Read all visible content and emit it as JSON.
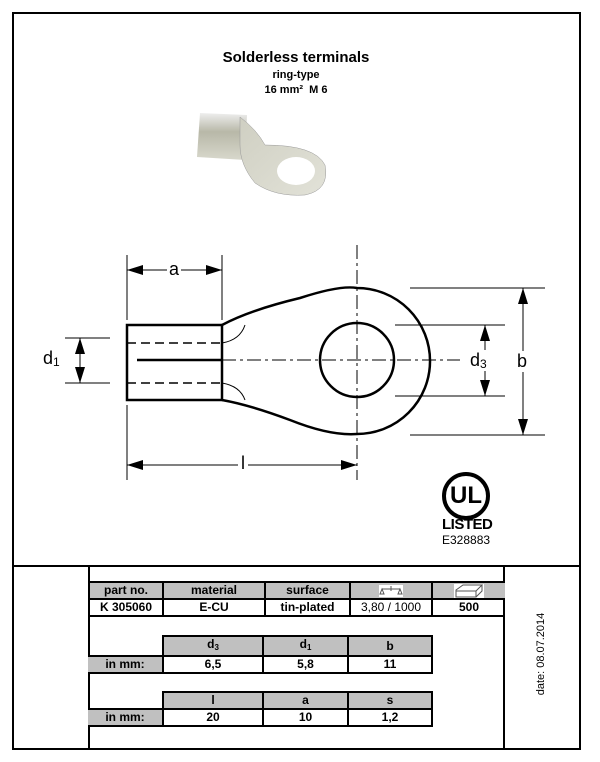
{
  "header": {
    "title": "Solderless terminals",
    "subtitle": "ring-type",
    "size": "16 mm²  M 6"
  },
  "drawing": {
    "labels": {
      "a": "a",
      "l": "l",
      "d1": "d",
      "d1_sub": "1",
      "d3": "d",
      "d3_sub": "3",
      "b": "b"
    }
  },
  "certification": {
    "logo_text": "UL",
    "listed": "LISTED",
    "file_no": "E328883"
  },
  "product_table": {
    "headers": [
      "part no.",
      "material",
      "surface"
    ],
    "icons": [
      "weight-scale-icon",
      "package-box-icon"
    ],
    "row": [
      "K 305060",
      "E-CU",
      "tin-plated",
      "3,80 / 1000",
      "500"
    ]
  },
  "dims_table_1": {
    "headers": [
      {
        "t": "d",
        "s": "3"
      },
      {
        "t": "d",
        "s": "1"
      },
      {
        "t": "b",
        "s": ""
      }
    ],
    "label": "in mm:",
    "values": [
      "6,5",
      "5,8",
      "11"
    ]
  },
  "dims_table_2": {
    "headers": [
      "l",
      "a",
      "s"
    ],
    "label": "in mm:",
    "values": [
      "20",
      "10",
      "1,2"
    ]
  },
  "date": "date: 08.07.2014"
}
